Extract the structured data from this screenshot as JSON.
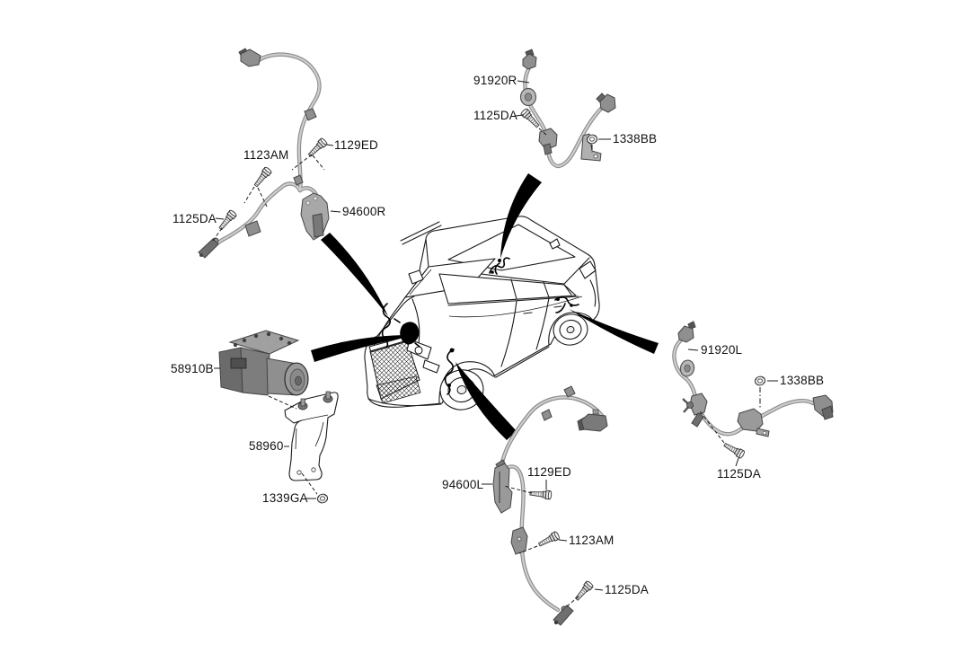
{
  "diagram": {
    "kind": "vehicle-parts-diagram",
    "subject": "hydraulic module and ABS wheel speed sensor assemblies",
    "vehicle_view": "compact SUV, front three-quarter line art"
  },
  "colors": {
    "background": "#ffffff",
    "line": "#1a1a1a",
    "cable_core": "#cdcdcd",
    "cable_edge": "#8a8a8a",
    "part_gray": "#9a9a9a",
    "part_dark": "#5c5c5c",
    "pointer_arrow": "#000000"
  },
  "icons": {
    "bolt": "hex-flange-bolt",
    "nut": "flange-nut",
    "pointer": "tapered-black-arrow"
  },
  "callouts": [
    {
      "id": "91920R",
      "text": "91920R"
    },
    {
      "id": "1125DA-top",
      "text": "1125DA"
    },
    {
      "id": "1338BB-top",
      "text": "1338BB"
    },
    {
      "id": "1123AM-right",
      "text": "1123AM"
    },
    {
      "id": "1129ED-right",
      "text": "1129ED"
    },
    {
      "id": "1125DA-right",
      "text": "1125DA"
    },
    {
      "id": "94600R",
      "text": "94600R"
    },
    {
      "id": "58910B",
      "text": "58910B"
    },
    {
      "id": "58960",
      "text": "58960"
    },
    {
      "id": "1339GA",
      "text": "1339GA"
    },
    {
      "id": "94600L",
      "text": "94600L"
    },
    {
      "id": "1129ED-left",
      "text": "1129ED"
    },
    {
      "id": "1123AM-left",
      "text": "1123AM"
    },
    {
      "id": "1125DA-left",
      "text": "1125DA"
    },
    {
      "id": "91920L",
      "text": "91920L"
    },
    {
      "id": "1338BB-rear",
      "text": "1338BB"
    },
    {
      "id": "1125DA-rear",
      "text": "1125DA"
    }
  ]
}
